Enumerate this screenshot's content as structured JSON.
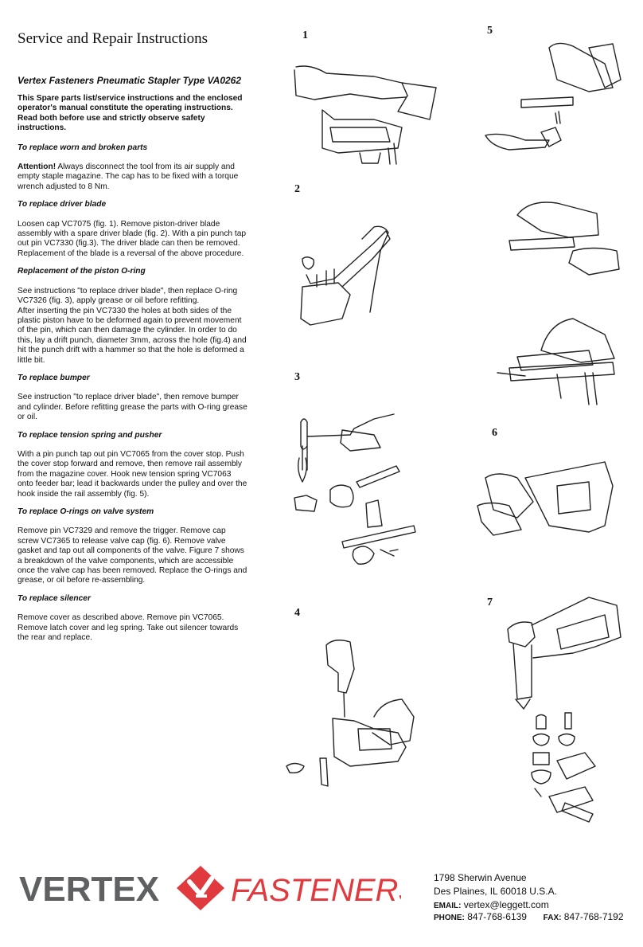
{
  "page_title": "Service and Repair Instructions",
  "doc_title": "Vertex Fasteners Pneumatic Stapler Type VA0262",
  "intro": "This Spare parts list/service instructions and the enclosed operator's manual constitute the operating instructions. Read both before use and strictly observe safety instructions.",
  "sections": {
    "worn": {
      "heading": "To replace worn and broken parts",
      "attention_label": "Attention!",
      "body": " Always disconnect the tool from its air supply and empty staple magazine. The cap has to be fixed with a torque wrench adjusted to 8 Nm."
    },
    "driver": {
      "heading": "To replace driver blade",
      "body": "Loosen cap VC7075 (fig. 1). Remove piston-driver blade assembly with a spare driver blade (fig. 2). With a pin punch tap out pin VC7330 (fig.3).  The driver blade can then be removed. Replacement of the blade is a reversal of the above procedure."
    },
    "oring": {
      "heading": "Replacement of the piston O-ring",
      "body": "See instructions \"to replace driver blade\", then replace O-ring VC7326 (fig. 3), apply grease or oil before refitting.\nAfter inserting the pin VC7330 the holes at both sides of the plastic piston have to be deformed again to prevent movement of the pin, which can then damage the cylinder. In order to do this, lay a drift punch, diameter 3mm, across the hole (fig.4) and hit the punch drift with a hammer so that the hole is deformed a little bit."
    },
    "bumper": {
      "heading": "To replace bumper",
      "body": "See instruction \"to replace driver blade\", then remove bumper and cylinder. Before refitting grease the parts with O-ring grease or oil."
    },
    "spring": {
      "heading": "To replace tension spring and pusher",
      "body": "With a pin punch tap out pin VC7065 from the cover stop. Push the cover stop forward and remove, then remove rail assembly from the magazine cover. Hook new tension spring VC7063 onto feeder bar; lead it backwards under the pulley and over the hook inside the rail assembly  (fig. 5)."
    },
    "valve": {
      "heading": "To replace O-rings on valve system",
      "body": "Remove pin VC7329 and remove the trigger. Remove cap screw VC7365 to release valve cap (fig. 6). Remove valve gasket and tap out all components of the valve. Figure 7 shows a breakdown of the valve components, which are accessible once the valve cap has been removed. Replace the O-rings and grease, or oil before re-assembling."
    },
    "silencer": {
      "heading": "To replace silencer",
      "body": "Remove cover as described above. Remove pin VC7065. Remove latch cover and leg spring. Take out silencer towards the rear and replace."
    }
  },
  "figures": {
    "f1": "1",
    "f2": "2",
    "f3": "3",
    "f4": "4",
    "f5": "5",
    "f6": "6",
    "f7": "7"
  },
  "logo": {
    "left_word": "VERTEX",
    "right_word": "FASTENERS",
    "grey": "#5f6062",
    "red": "#e03a3e"
  },
  "contact": {
    "street": "1798 Sherwin Avenue",
    "city": "Des Plaines, IL 60018 U.S.A.",
    "email_label": "EMAIL:",
    "email": "vertex@leggett.com",
    "phone_label": "PHONE:",
    "phone": "847-768-6139",
    "fax_label": "FAX:",
    "fax": "847-768-7192"
  }
}
